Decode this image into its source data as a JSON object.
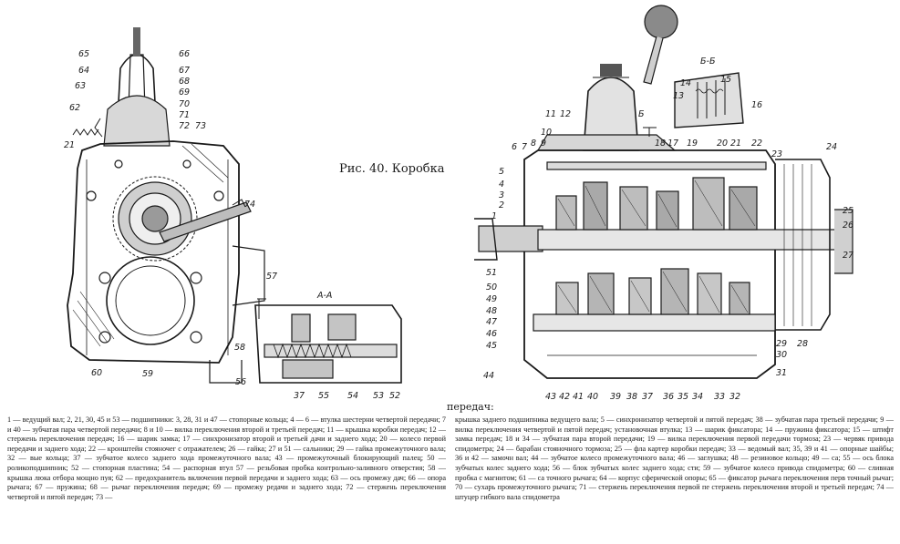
{
  "figure": {
    "caption": "Рис. 40. Коробка",
    "caption_continuation": "передач:"
  },
  "section_labels": {
    "aa": "А-А",
    "bb": "Б-Б",
    "b_mark": "Б"
  },
  "callouts_left": [
    "65",
    "64",
    "63",
    "62",
    "21",
    "66",
    "67",
    "68",
    "69",
    "70",
    "71",
    "72",
    "73",
    "74",
    "57",
    "58",
    "59",
    "60"
  ],
  "callouts_aa": [
    "56",
    "55",
    "54",
    "53",
    "52",
    "37"
  ],
  "callouts_right": [
    "6",
    "7",
    "8",
    "9",
    "10",
    "11",
    "12",
    "5",
    "4",
    "3",
    "2",
    "1",
    "51",
    "50",
    "49",
    "48",
    "47",
    "46",
    "45",
    "44",
    "14",
    "13",
    "15",
    "16",
    "18",
    "17",
    "19",
    "20",
    "21",
    "22",
    "23",
    "24",
    "25",
    "26",
    "27",
    "28",
    "29",
    "30",
    "31",
    "32",
    "33",
    "34",
    "35",
    "36",
    "37",
    "38",
    "39",
    "40",
    "41",
    "42",
    "43"
  ],
  "legend": {
    "col1": "1 — ведущий вал; 2, 21, 30, 45 и 53 — подшипники: 3, 28, 31 и 47 — стопорные кольца; 4 — 6 — втулка шестерни четвертой передачи; 7 и 40 — зубчатая пара четвертой передачи; 8 и 10 — вилка переключения второй и третьей передач; 11 — крышка коробки передач; 12 — стержень переключения передач; 16 — шарик замка; 17 — синхронизатор второй и третьей дачи и заднего хода; 20 — колесо первой передачи и заднего хода; 22 — кронштейн стояночег с отражателем; 26 — гайка; 27 и 51 — сальники; 29 — гайка промежуточного вала; 32 — вые кольца; 37 — зубчатое колесо заднего хода промежуточного вала; 43 — промежуточный блокирующий палец; 50 — роликоподшипник; 52 — стопорная пластина; 54 — распорная втул 57 — резьбовая пробка контрольно-заливного отверстия; 58 — крышка люка отбора мощно пуя; 62 — предохранитель включения первой передачи и заднего хода; 63 — ось промежу дач; 66 — опора рычага; 67 — пружина; 68 — рычаг переключения передач; 69 — промежу редачи и заднего хода; 72 — стержень переключения четвертой и пятой передач; 73 —",
    "col2": "крышка заднего подшипника ведущего вала; 5 — синхронизатор четвертой и пятой передач; 38 — зубчатая пара третьей передачи; 9 — вилка переключения четвертой и пятой передач; установочная втулка; 13 — шарик фиксатора; 14 — пружина фиксатора; 15 — штифт замка передач; 18 и 34 — зубчатая пара второй передачи; 19 — вилка переключения первой передачи тормоза; 23 — червяк привода спидометра; 24 — барабан стояночного тормоза; 25 — фла картер коробки передач; 33 — ведомый вал; 35, 39 и 41 — опорные шайбы; 36 и 42 — замочн вал; 44 — зубчатое колесо промежуточного вала; 46 — заглушка; 48 — резиновое кольцо; 49 — са; 55 — ось блока зубчатых колес заднего хода; 56 — блок зубчатых колес заднего хода; сти; 59 — зубчатое колесо привода спидометра; 60 — сливная пробка с магнитом; 61 — са точного рычага; 64 — корпус сферической опоры; 65 — фиксатор рычага переключения перв точный рычаг; 70 — сухарь промежуточного рычага; 71 — стержень переключения первой пе стержень переключения второй и третьей передач; 74 — штуцер гибкого вала спидометра"
  }
}
